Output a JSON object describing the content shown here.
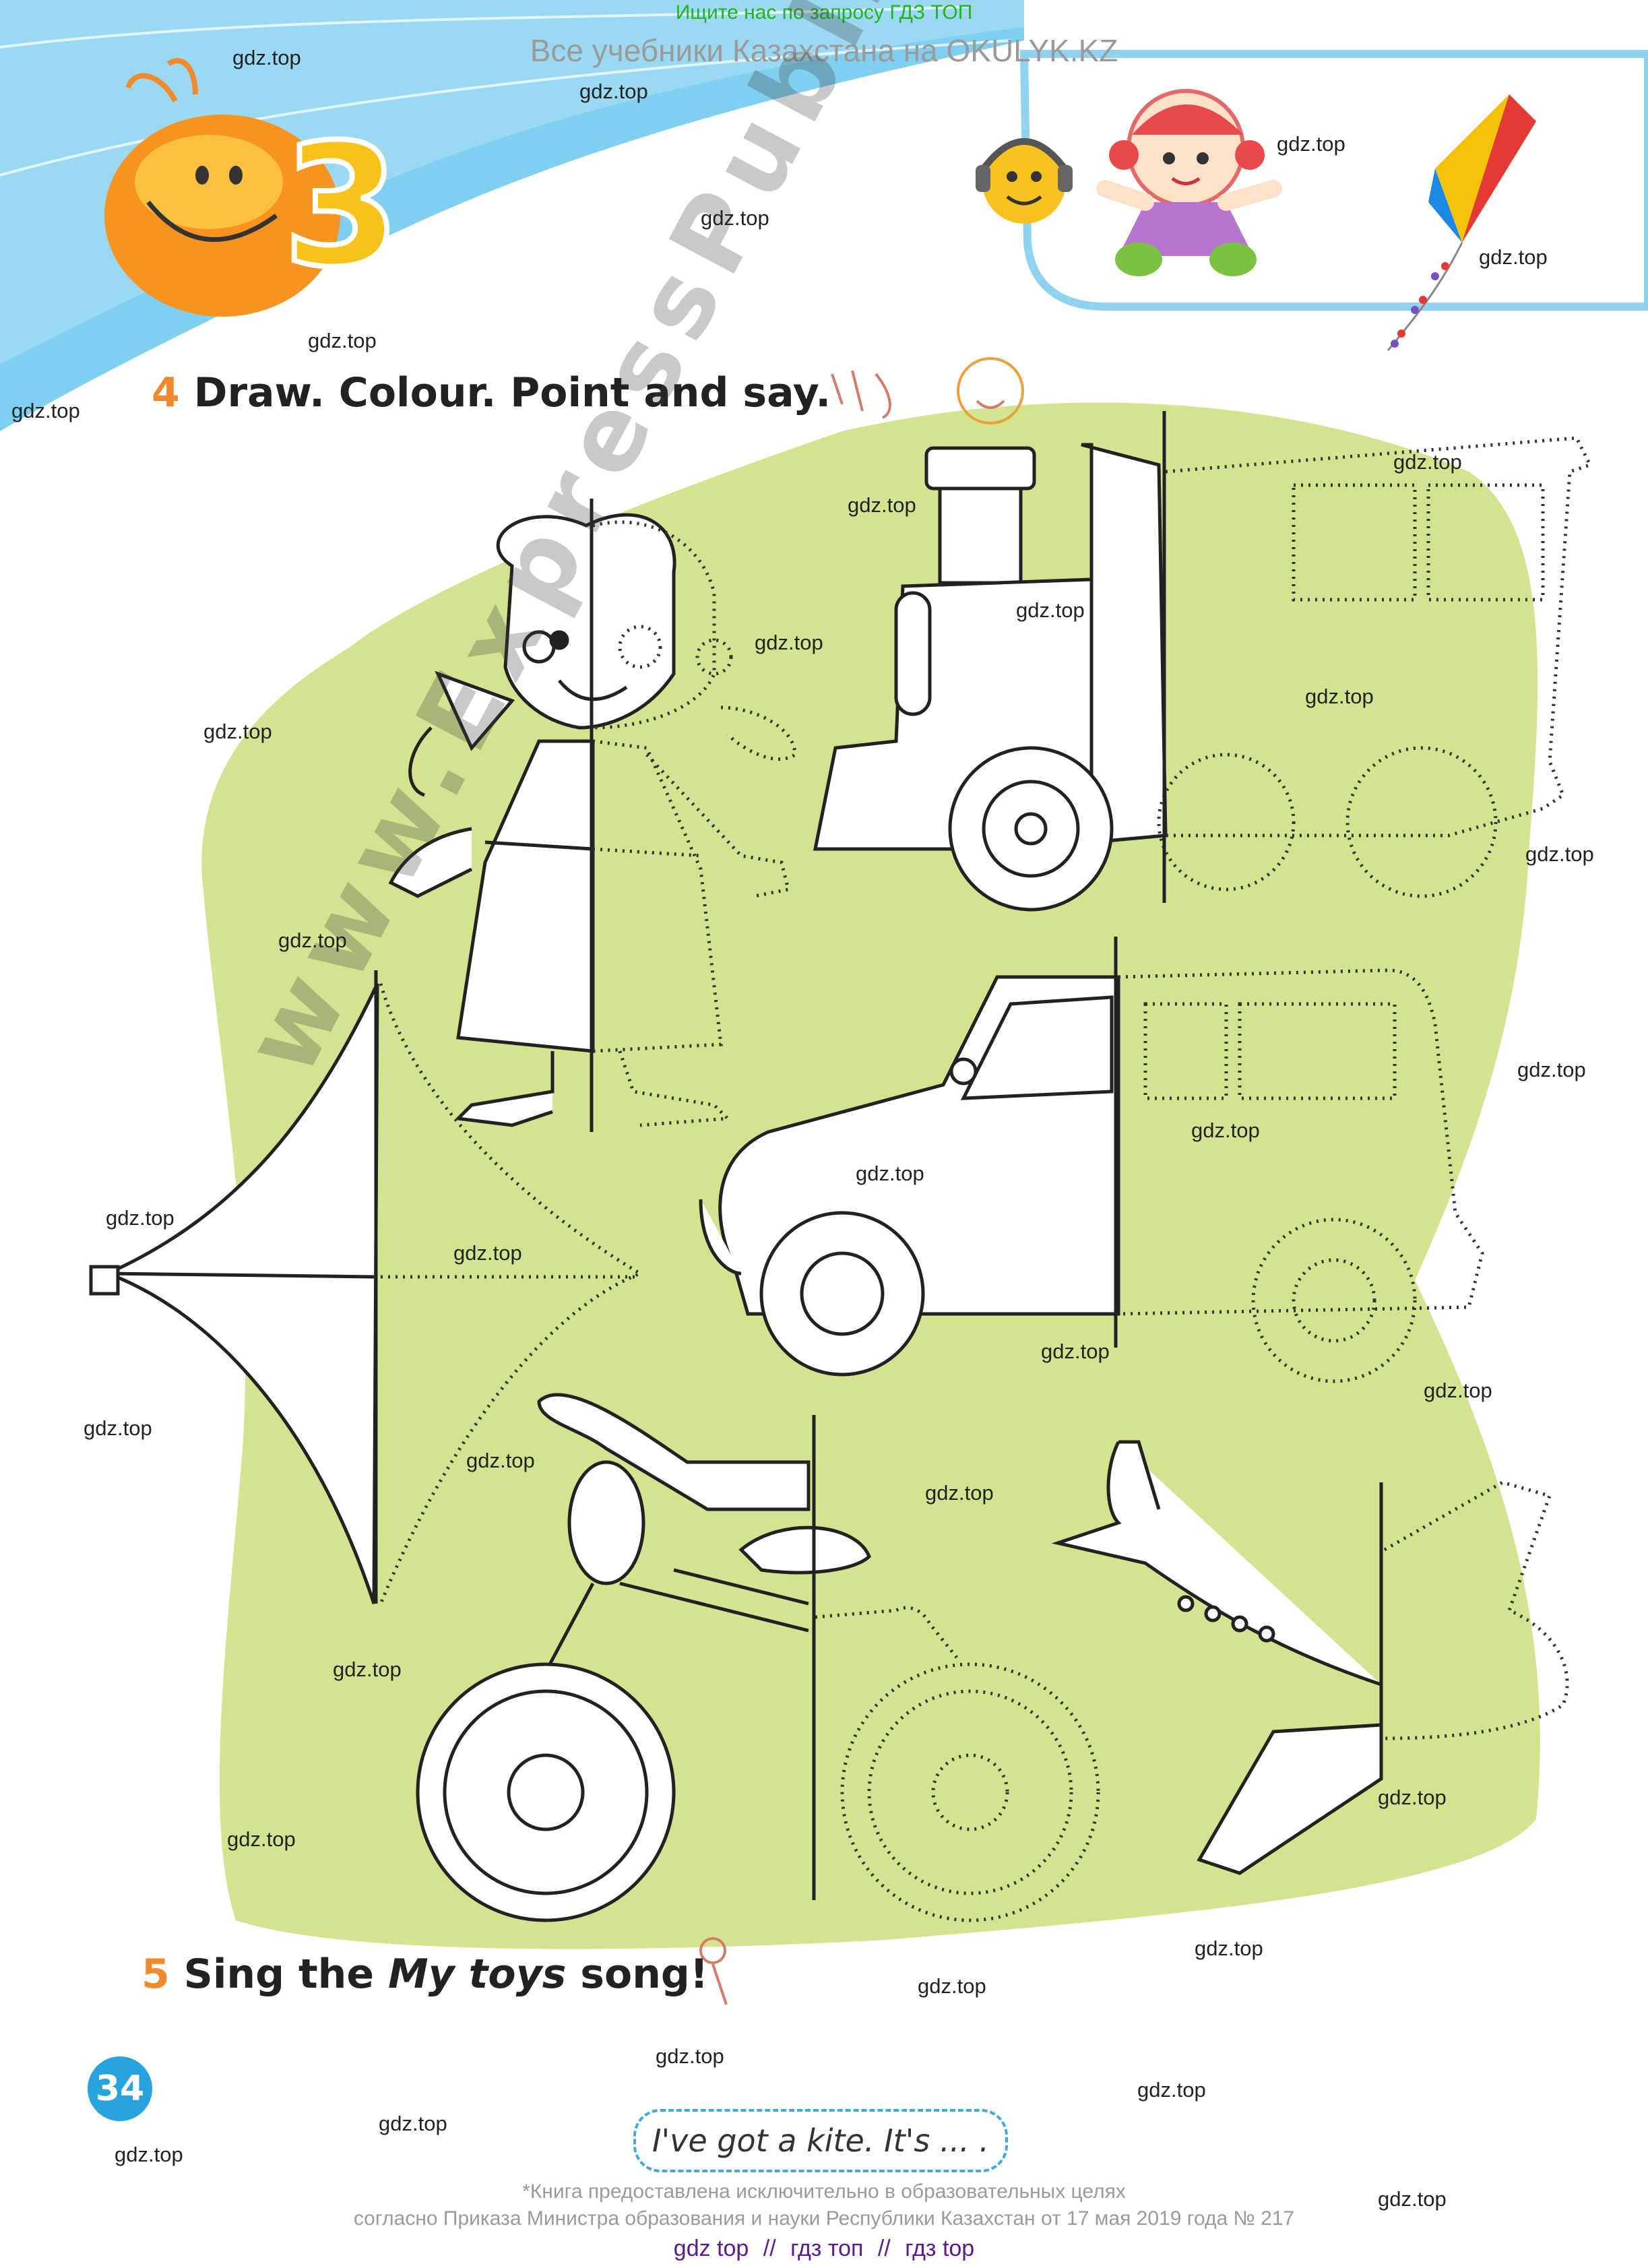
{
  "header": {
    "promo_line": "Ищите нас по запросу ГДЗ ТОП",
    "site_line": "Все учебники Казахстана на OKULYK.KZ"
  },
  "unit": {
    "number": "3"
  },
  "exercises": [
    {
      "number": "4",
      "text": "Draw. Colour. Point and say."
    },
    {
      "number": "5",
      "text_before": "Sing the ",
      "text_italic": "My toys",
      "text_after": " song!"
    }
  ],
  "page": {
    "number": "34"
  },
  "speech_bubble": {
    "text": "I've got a kite. It's ... ."
  },
  "diagonal_watermark": "www.ExpressPublishing.kz",
  "watermarks": [
    "gdz.top",
    "gdz.top",
    "gdz.top",
    "gdz.top",
    "gdz.top",
    "gdz.top",
    "gdz.top",
    "gdz.top",
    "gdz.top",
    "gdz.top",
    "gdz.top",
    "gdz.top",
    "gdz.top",
    "gdz.top",
    "gdz.top",
    "gdz.top",
    "gdz.top",
    "gdz.top",
    "gdz.top",
    "gdz.top",
    "gdz.top",
    "gdz.top",
    "gdz.top",
    "gdz.top",
    "gdz.top",
    "gdz.top",
    "gdz.top",
    "gdz.top",
    "gdz.top",
    "gdz.top",
    "gdz.top",
    "gdz.top",
    "gdz.top"
  ],
  "footer": {
    "note_line1": "*Книга предоставлена исключительно в образовательных целях",
    "note_line2": "согласно Приказа Министра образования и науки Республики Казахстан от 17 мая 2019 года № 217",
    "links": [
      "gdz top",
      "//",
      "гдз топ",
      "//",
      "гдз top"
    ]
  },
  "colors": {
    "sky_blue": "#66c6ee",
    "lime_green": "#cfe28b",
    "heading_orange": "#f08a2c",
    "bubble_blue": "#3fa9e0"
  },
  "icons": [
    "smiley-face-icon",
    "headphones-smiley-icon",
    "rag-doll-icon",
    "kite-icon",
    "pencil-brush-hand-icon",
    "microphone-icon"
  ],
  "illustrations": [
    "girl-outline",
    "train-outline",
    "car-outline",
    "kite-outline",
    "bicycle-outline",
    "airplane-outline"
  ]
}
